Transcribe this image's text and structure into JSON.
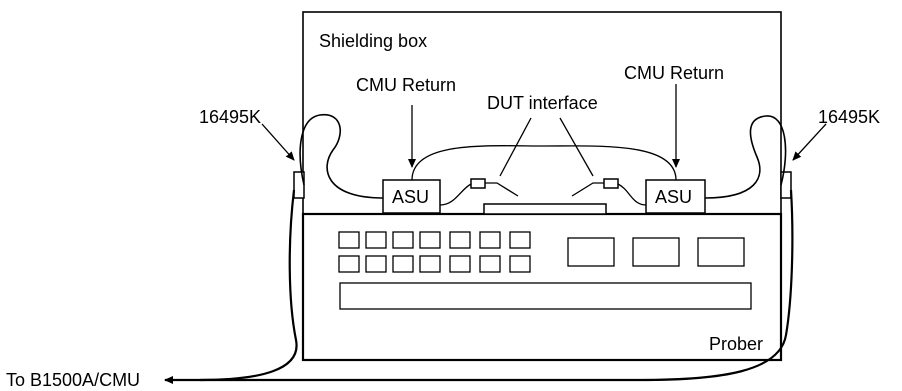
{
  "labels": {
    "shielding_box": "Shielding box",
    "cmu_return_left": "CMU Return",
    "cmu_return_right": "CMU Return",
    "dut_interface": "DUT interface",
    "cable_left": "16495K",
    "cable_right": "16495K",
    "asu_left": "ASU",
    "asu_right": "ASU",
    "prober": "Prober",
    "to_instrument": "To B1500A/CMU"
  }
}
